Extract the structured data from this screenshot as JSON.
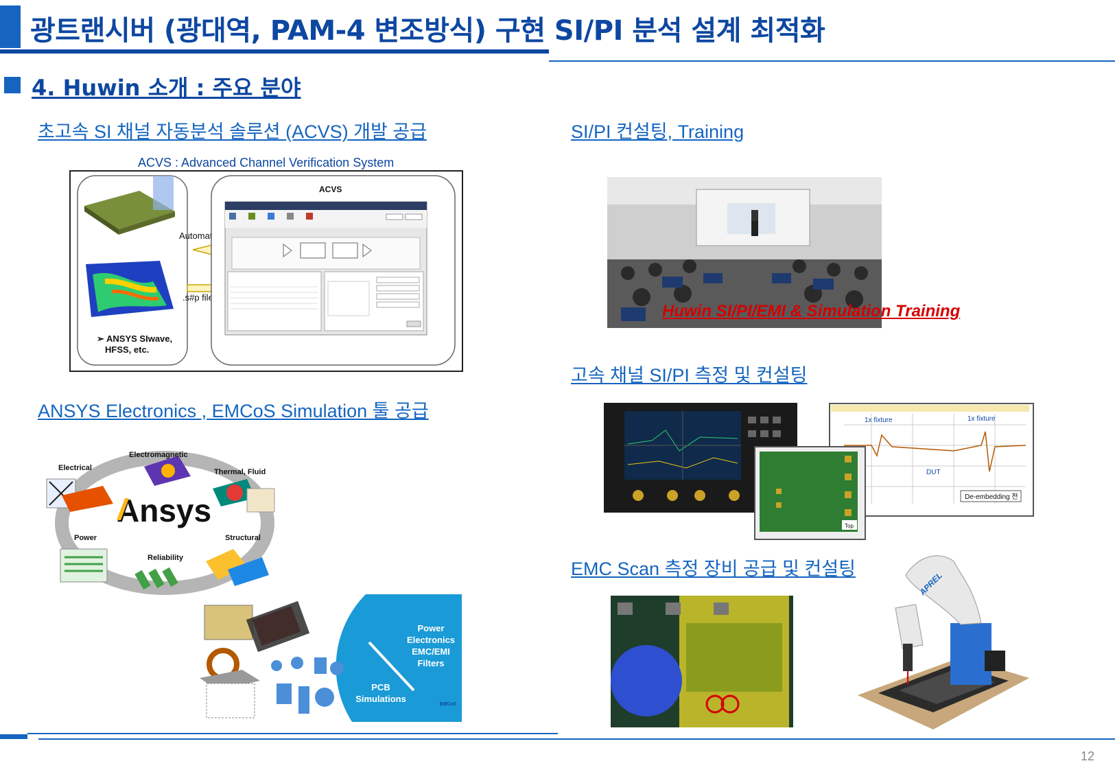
{
  "title": "광트랜시버 (광대역, PAM-4 변조방식) 구현 SI/PI 분석 설계 최적화",
  "section": "4. Huwin 소개 : 주요 분야",
  "acvs": {
    "heading": "초고속 SI 채널 자동분석 솔루션 (ACVS) 개발 공급",
    "subtitle": "ACVS : Advanced Channel Verification System",
    "window_title": "ACVS",
    "automation_label": "Automation",
    "files_label": ".s#p files",
    "tools_note": "➢ ANSYS SIwave,",
    "tools_note2": "HFSS, etc."
  },
  "ansys": {
    "heading": "ANSYS Electronics , EMCoS Simulation 툴 공급",
    "logo": "Ansys",
    "labels": {
      "electrical": "Electrical",
      "electromagnetic": "Electromagnetic",
      "thermal": "Thermal, Fluid",
      "power": "Power",
      "structural": "Structural",
      "reliability": "Reliability"
    },
    "emcos": {
      "power_electronics": [
        "Power",
        "Electronics",
        "EMC/EMI",
        "Filters"
      ],
      "pcb": [
        "PCB",
        "Simulations"
      ],
      "brand": "EMCoS"
    }
  },
  "training": {
    "heading": "SI/PI 컨설팅, Training",
    "caption": "Huwin SI/PI/EMI & Simulation Training"
  },
  "measure": {
    "heading": "고속 채널 SI/PI 측정 및 컨설팅",
    "chart_labels": {
      "fixture_left": "1x fixture",
      "fixture_right": "1x fixture",
      "dut": "DUT",
      "deembed": "De-embedding 전",
      "board_tag": "Top"
    }
  },
  "emc": {
    "heading": "EMC Scan 측정 장비 공급 및 컨설팅",
    "robot_brand": "APREL"
  },
  "page_number": "12",
  "colors": {
    "primary": "#0d47a1",
    "accent": "#1565c0",
    "caption_red": "#d50000"
  }
}
